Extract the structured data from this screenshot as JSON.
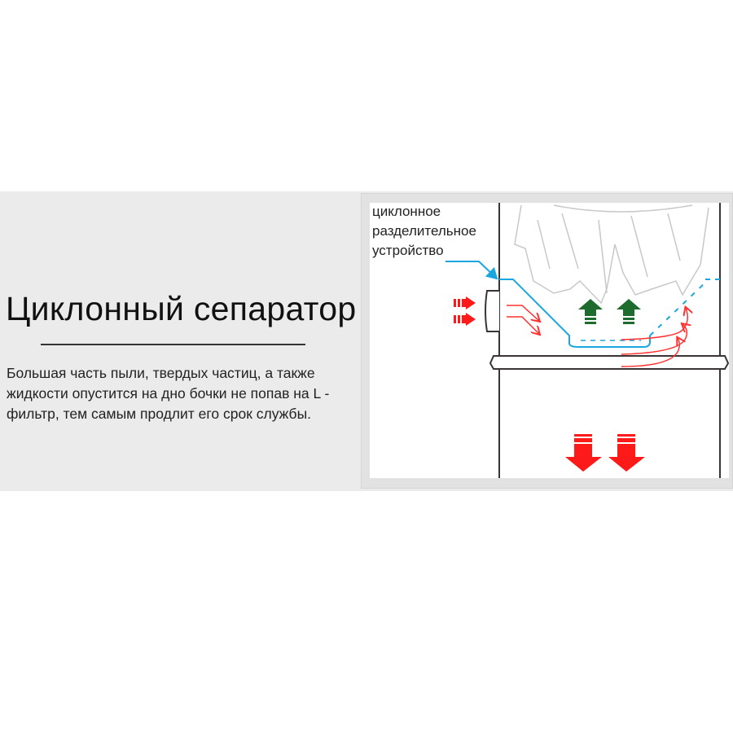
{
  "heading": {
    "title": "Циклонный сепаратор",
    "description": "Большая часть пыли, твердых частиц, а также жидкости опустится на дно бочки не попав на L - фильтр, тем самым продлит его срок службы."
  },
  "diagram": {
    "label_lines": [
      "циклонное",
      "разделительное",
      "устройство"
    ],
    "colors": {
      "airflow": "#ff1a1a",
      "clean_air": "#1e6b2e",
      "separator": "#1aa7e0",
      "tank": "#3a3434"
    }
  }
}
